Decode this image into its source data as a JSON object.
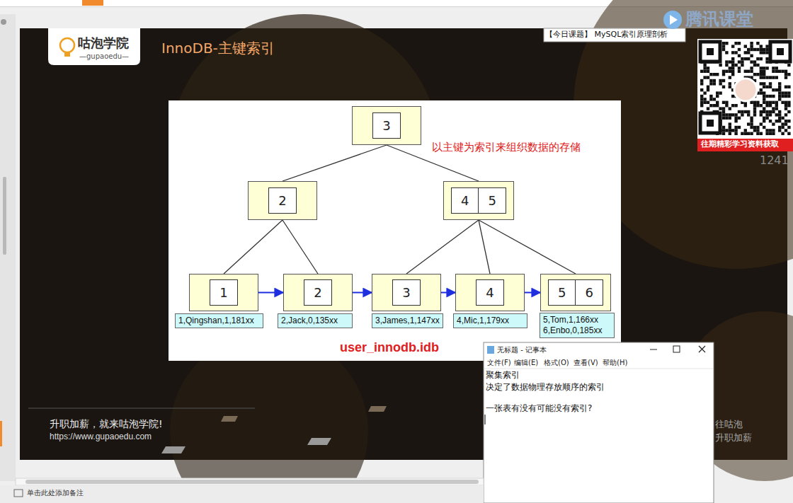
{
  "diagram": {
    "title": "InnoDB-主键索引",
    "caption": "user_innodb.idb",
    "nodes": [
      {
        "text": [
          "3"
        ]
      },
      {
        "text": [
          "2"
        ]
      },
      {
        "text": [
          "4",
          "5"
        ]
      },
      {
        "text": [
          "1"
        ]
      },
      {
        "text": [
          "2"
        ]
      },
      {
        "text": [
          "3"
        ]
      },
      {
        "text": [
          "4"
        ]
      },
      {
        "text": [
          "5",
          "6"
        ]
      },
      {
        "text": [
          "1,Qingshan,1,181xx"
        ]
      },
      {
        "text": [
          "2,Jack,0,135xx"
        ]
      },
      {
        "text": [
          "3,James,1,147xx"
        ]
      },
      {
        "text": [
          "4,Mic,1,179xx"
        ]
      },
      {
        "text": [
          "5,Tom,1,166xx 6,Enbo,0,185xx"
        ]
      }
    ],
    "edges": [
      {
        "from": 0,
        "to": 1,
        "arrow": "none"
      },
      {
        "from": 0,
        "to": 2,
        "arrow": "none"
      },
      {
        "from": 1,
        "to": 3,
        "arrow": "none"
      },
      {
        "from": 1,
        "to": 4,
        "arrow": "none"
      },
      {
        "from": 2,
        "to": 5,
        "arrow": "none"
      },
      {
        "from": 2,
        "to": 6,
        "arrow": "none"
      },
      {
        "from": 2,
        "to": 7,
        "arrow": "none"
      },
      {
        "from": 3,
        "to": 4,
        "arrow": "to"
      },
      {
        "from": 4,
        "to": 5,
        "arrow": "to"
      },
      {
        "from": 5,
        "to": 6,
        "arrow": "to"
      },
      {
        "from": 6,
        "to": 7,
        "arrow": "to"
      }
    ],
    "labels": [
      "咕泡学院",
      "—gupaoedu—",
      "【今日课题】 MySQL索引原理剖析",
      "腾讯课堂",
      "往期精彩学习资料获取",
      "1241",
      "以主键为索引来组织数据的存储",
      "升职加薪，就来咕泡学院!",
      "https://www.gupaoedu.com",
      "往咕泡",
      "升职加薪",
      "无标题 - 记事本",
      "文件(F)",
      "编辑(E)",
      "格式(O)",
      "查看(V)",
      "帮助(H)",
      "聚集索引",
      "决定了数据物理存放顺序的索引",
      "一张表有没有可能没有索引?",
      "单击此处添加备注"
    ]
  }
}
